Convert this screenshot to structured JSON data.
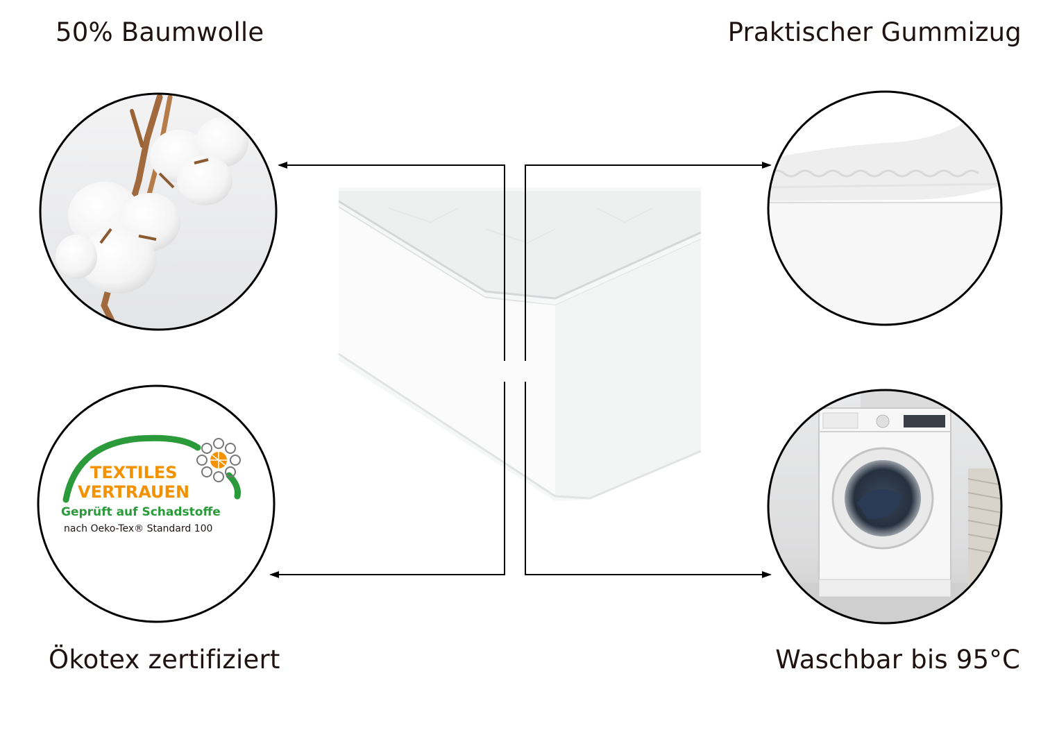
{
  "labels": {
    "top_left": "50% Baumwolle",
    "top_right": "Praktischer Gummizug",
    "bottom_left": "Ökotex zertifiziert",
    "bottom_right": "Waschbar bis 95°C"
  },
  "oeko_logo": {
    "line1": "TEXTILES",
    "line2": "VERTRAUEN",
    "line3": "Geprüft auf Schadstoffe",
    "line4": "nach Oeko-Tex® Standard 100"
  },
  "colors": {
    "text": "#1e1212",
    "logo_orange": "#f39200",
    "logo_green": "#2a9a3a",
    "outline": "#000000"
  }
}
